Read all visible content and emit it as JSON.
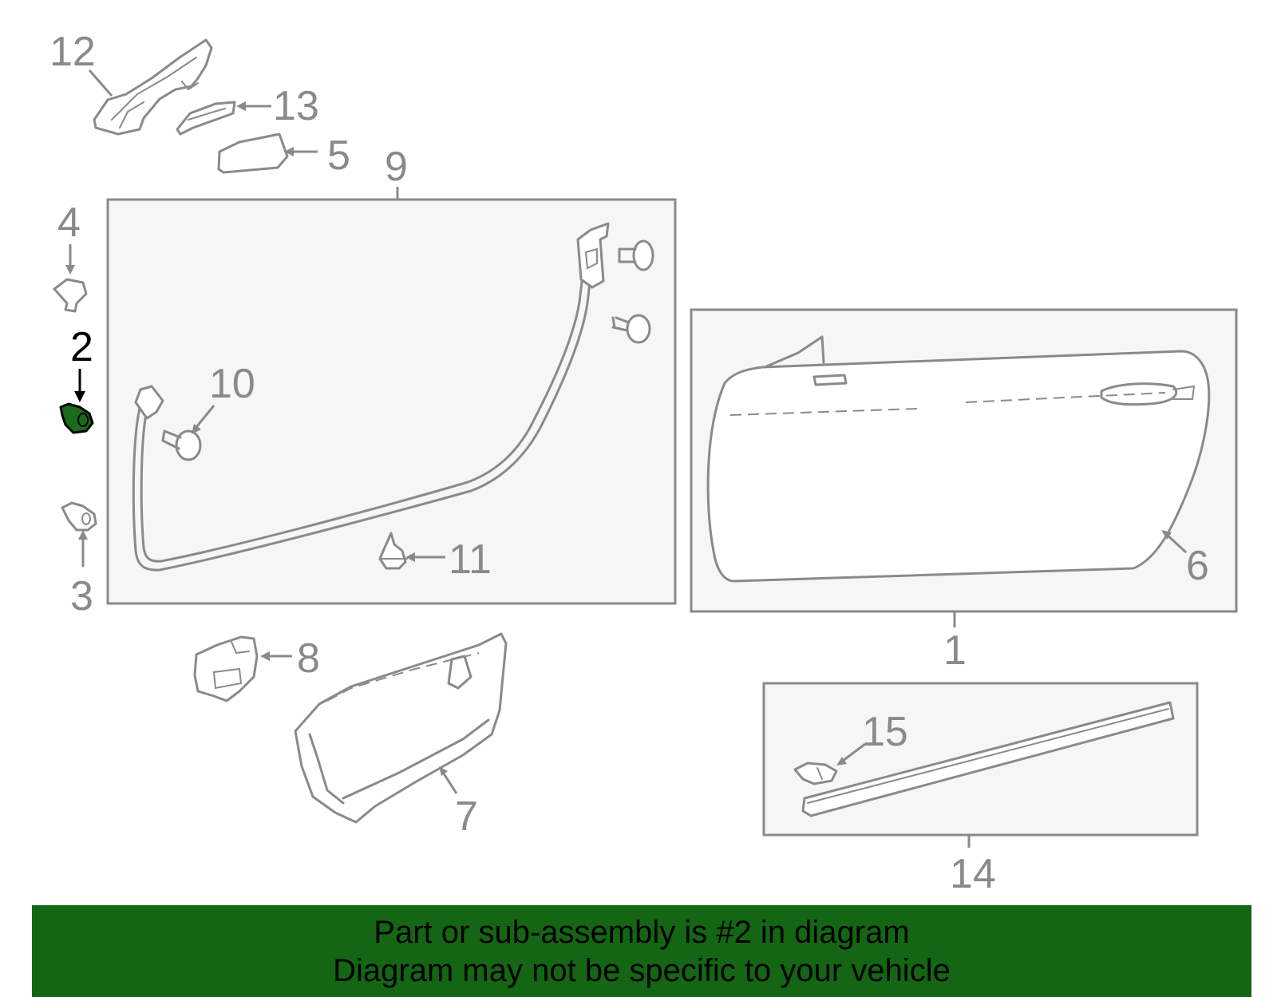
{
  "diagram": {
    "callouts": {
      "c1": "1",
      "c2": "2",
      "c3": "3",
      "c4": "4",
      "c5": "5",
      "c6": "6",
      "c7": "7",
      "c8": "8",
      "c9": "9",
      "c10": "10",
      "c11": "11",
      "c12": "12",
      "c13": "13",
      "c14": "14",
      "c15": "15"
    },
    "highlighted_part": "2",
    "highlight_color": "#1a6b1a",
    "banner_color": "#146614"
  },
  "banner": {
    "line1": "Part or sub-assembly is #2 in diagram",
    "line2": "Diagram may not be specific to your vehicle"
  }
}
